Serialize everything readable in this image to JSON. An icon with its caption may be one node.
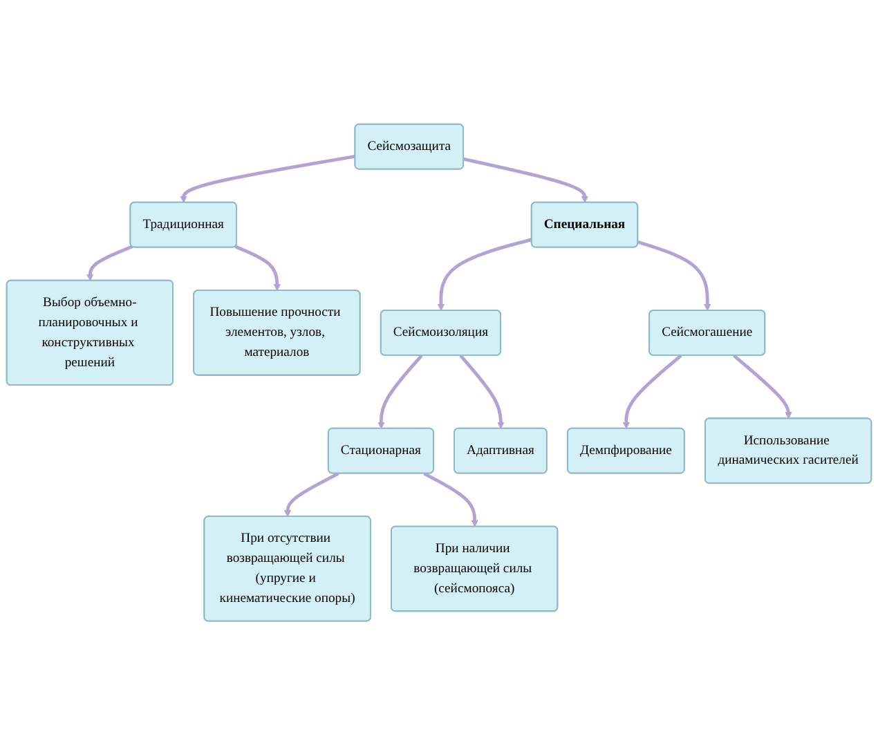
{
  "diagram": {
    "nodes": [
      {
        "text": [
          "Сейсмозащита"
        ]
      },
      {
        "text": [
          "Традиционная"
        ]
      },
      {
        "text": [
          "Выбор объемно-планировочных и конструктивных решений"
        ]
      },
      {
        "text": [
          "Повышение прочности элементов, узлов, материалов"
        ]
      },
      {
        "text": [
          "Специальная"
        ]
      },
      {
        "text": [
          "Сейсмоизоляция"
        ]
      },
      {
        "text": [
          "Сейсмогашение"
        ]
      },
      {
        "text": [
          "Стационарная"
        ]
      },
      {
        "text": [
          "Адаптивная"
        ]
      },
      {
        "text": [
          "Демпфирование"
        ]
      },
      {
        "text": [
          "Использование динамических гасителей"
        ]
      },
      {
        "text": [
          "При отсутствии возвращающей силы (упругие и кинематические опоры)"
        ]
      },
      {
        "text": [
          "При наличии возвращающей силы (сейсмопояса)"
        ]
      }
    ],
    "edges": [
      {
        "from": 0,
        "to": 1,
        "arrow": "to"
      },
      {
        "from": 1,
        "to": 2,
        "arrow": "to"
      },
      {
        "from": 1,
        "to": 3,
        "arrow": "to"
      },
      {
        "from": 0,
        "to": 4,
        "arrow": "to"
      },
      {
        "from": 4,
        "to": 5,
        "arrow": "to"
      },
      {
        "from": 4,
        "to": 6,
        "arrow": "to"
      },
      {
        "from": 5,
        "to": 7,
        "arrow": "to"
      },
      {
        "from": 5,
        "to": 8,
        "arrow": "to"
      },
      {
        "from": 6,
        "to": 9,
        "arrow": "to"
      },
      {
        "from": 6,
        "to": 10,
        "arrow": "to"
      },
      {
        "from": 7,
        "to": 11,
        "arrow": "to"
      },
      {
        "from": 7,
        "to": 12,
        "arrow": "to"
      }
    ]
  }
}
